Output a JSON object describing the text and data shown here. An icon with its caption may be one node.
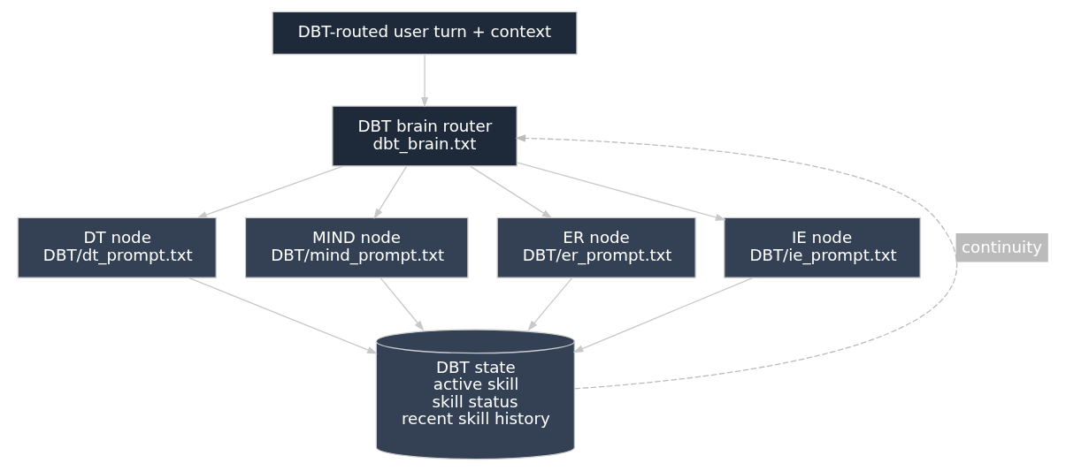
{
  "diagram": {
    "nodes": [
      {
        "text": [
          "DBT-routed user turn + context"
        ]
      },
      {
        "text": [
          "DBT brain router",
          "dbt_brain.txt"
        ]
      },
      {
        "text": [
          "DT node",
          "DBT/dt_prompt.txt"
        ]
      },
      {
        "text": [
          "MIND node",
          "DBT/mind_prompt.txt"
        ]
      },
      {
        "text": [
          "ER node",
          "DBT/er_prompt.txt"
        ]
      },
      {
        "text": [
          "IE node",
          "DBT/ie_prompt.txt"
        ]
      },
      {
        "text": [
          "DBT state",
          "active skill",
          "skill status",
          "recent skill history"
        ]
      }
    ],
    "edges": [
      {
        "from": 0,
        "to": 1,
        "arrow": "to"
      },
      {
        "from": 1,
        "to": 2,
        "arrow": "to"
      },
      {
        "from": 1,
        "to": 3,
        "arrow": "to"
      },
      {
        "from": 1,
        "to": 4,
        "arrow": "to"
      },
      {
        "from": 1,
        "to": 5,
        "arrow": "to"
      },
      {
        "from": 2,
        "to": 6,
        "arrow": "to"
      },
      {
        "from": 3,
        "to": 6,
        "arrow": "to"
      },
      {
        "from": 4,
        "to": 6,
        "arrow": "to"
      },
      {
        "from": 5,
        "to": 6,
        "arrow": "to"
      },
      {
        "from": 6,
        "to": 1,
        "arrow": "to",
        "label": "continuity",
        "style": "dashed",
        "color": "#bbbbbb"
      }
    ]
  }
}
